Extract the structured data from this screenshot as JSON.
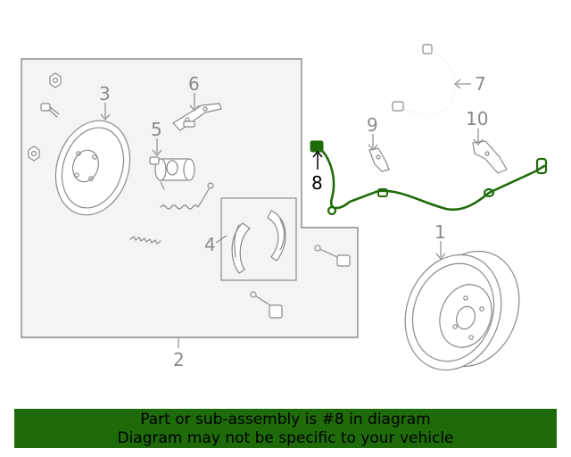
{
  "callouts": {
    "c1": "1",
    "c2": "2",
    "c3": "3",
    "c4": "4",
    "c5": "5",
    "c6": "6",
    "c7": "7",
    "c8": "8",
    "c9": "9",
    "c10": "10"
  },
  "highlighted_part": "8",
  "colors": {
    "highlight_part": "#1f6b0a",
    "banner_background": "#1f6b0a",
    "line_art": "#8a8a8a",
    "panel_fill": "#f4f4f4"
  },
  "banner": {
    "line1": "Part or sub-assembly is #8 in diagram",
    "line2": "Diagram may not be specific to your vehicle"
  }
}
